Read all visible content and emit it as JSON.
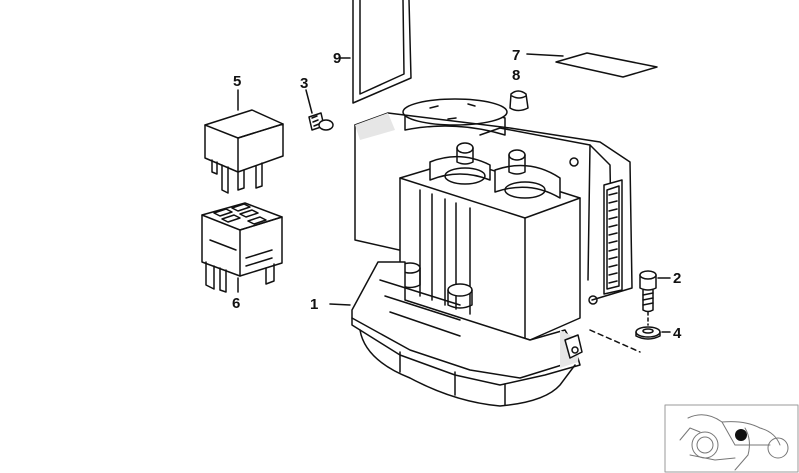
{
  "callouts": {
    "c1": "1",
    "c2": "2",
    "c3": "3",
    "c4": "4",
    "c5": "5",
    "c6": "6",
    "c7": "7",
    "c8": "8",
    "c9": "9"
  },
  "colors": {
    "line": "#111111",
    "shade": "#e6e6e6",
    "paper": "#ffffff",
    "thumbnail_border": "#9a9a9a",
    "marker": "#111111"
  },
  "icons": {
    "thumbnail": "motorcycle-locator-icon"
  }
}
